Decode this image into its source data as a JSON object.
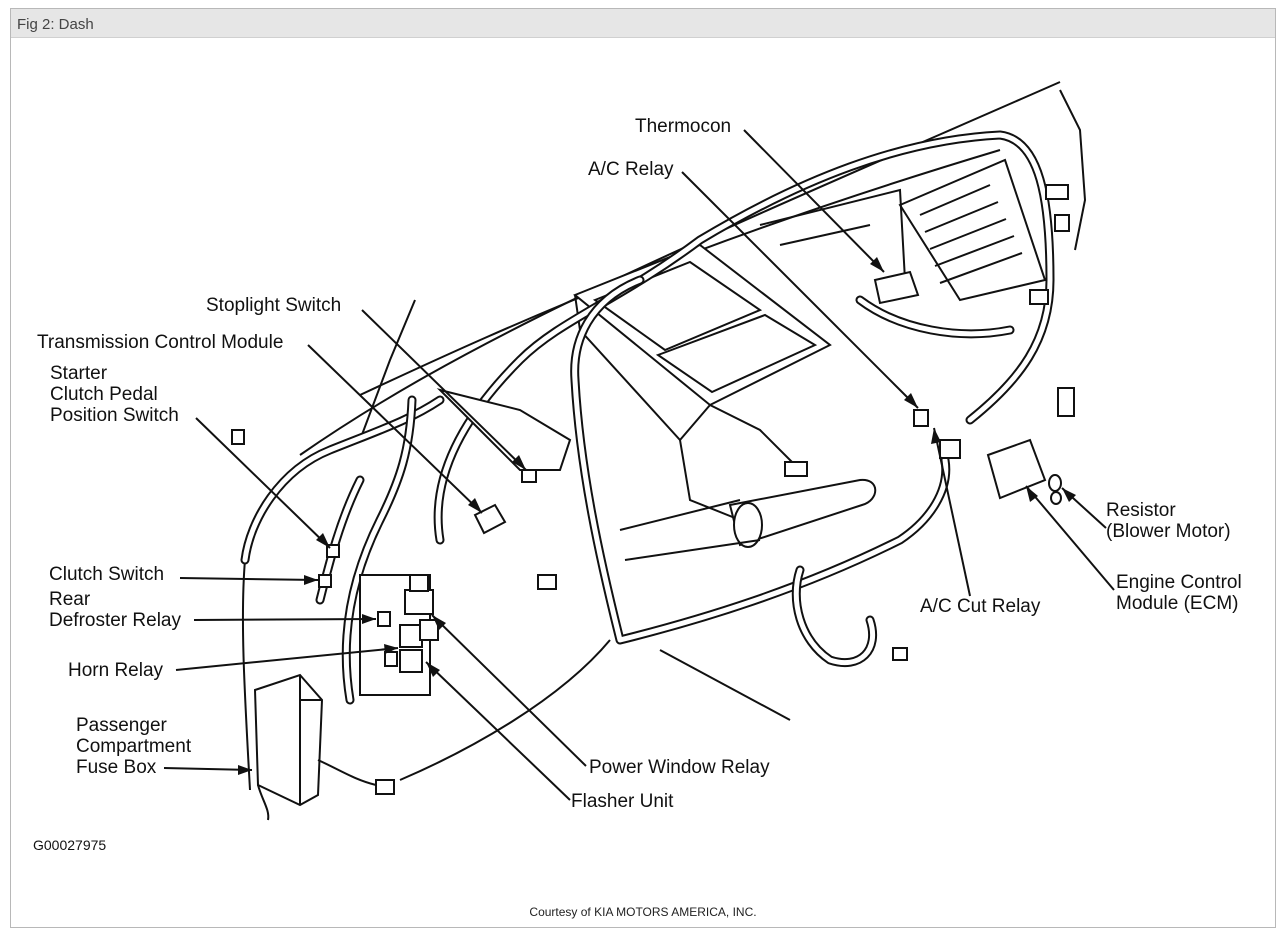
{
  "window": {
    "title": "Fig 2: Dash"
  },
  "labels": {
    "thermocon": "Thermocon",
    "ac_relay": "A/C Relay",
    "stoplight_switch": "Stoplight Switch",
    "tcm": "Transmission Control Module",
    "starter_1": "Starter",
    "starter_2": "Clutch Pedal",
    "starter_3": "Position Switch",
    "clutch_switch": "Clutch Switch",
    "rear_defroster_1": "Rear",
    "rear_defroster_2": "Defroster Relay",
    "horn_relay": "Horn Relay",
    "fuse_box_1": "Passenger",
    "fuse_box_2": "Compartment",
    "fuse_box_3": "Fuse Box",
    "power_window_relay": "Power Window Relay",
    "flasher_unit": "Flasher Unit",
    "ac_cut_relay": "A/C Cut Relay",
    "resistor_1": "Resistor",
    "resistor_2": "(Blower Motor)",
    "ecm_1": "Engine Control",
    "ecm_2": "Module (ECM)"
  },
  "figure_code": "G00027975",
  "courtesy": "Courtesy of KIA MOTORS AMERICA, INC.",
  "icons": {
    "diagram": "dashboard-wiring-diagram"
  }
}
